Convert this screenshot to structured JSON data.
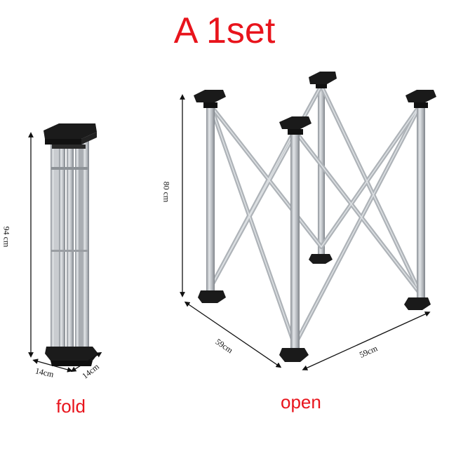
{
  "title": "A 1set",
  "fold": {
    "caption": "fold",
    "height_label": "94 cm",
    "width_label": "14cm",
    "depth_label": "14cm"
  },
  "open": {
    "caption": "open",
    "height_label": "80 cm",
    "width_label": "59cm",
    "depth_label": "59cm"
  },
  "colors": {
    "title": "#e8141c",
    "pole": "#b9bdc2",
    "cap": "#1a1a1a"
  }
}
